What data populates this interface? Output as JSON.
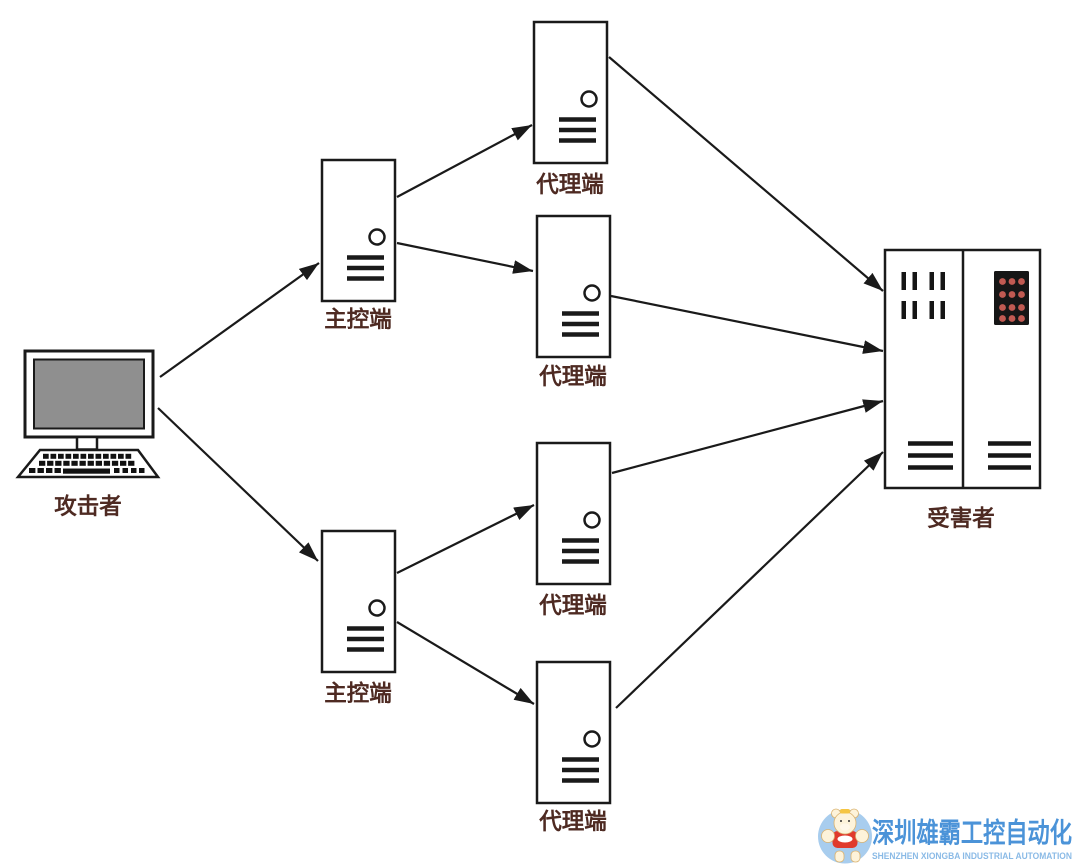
{
  "diagram": {
    "type": "ddos-attack-topology",
    "nodes": {
      "attacker": {
        "label": "攻击者",
        "icon": "desktop-computer-icon"
      },
      "master1": {
        "label": "主控端",
        "icon": "tower-server-icon"
      },
      "master2": {
        "label": "主控端",
        "icon": "tower-server-icon"
      },
      "agent1": {
        "label": "代理端",
        "icon": "tower-server-icon"
      },
      "agent2": {
        "label": "代理端",
        "icon": "tower-server-icon"
      },
      "agent3": {
        "label": "代理端",
        "icon": "tower-server-icon"
      },
      "agent4": {
        "label": "代理端",
        "icon": "server-rack-icon-target"
      },
      "victim": {
        "label": "受害者",
        "icon": "server-rack-icon"
      }
    },
    "edges": [
      {
        "from": "attacker",
        "to": "master1"
      },
      {
        "from": "attacker",
        "to": "master2"
      },
      {
        "from": "master1",
        "to": "agent1"
      },
      {
        "from": "master1",
        "to": "agent2"
      },
      {
        "from": "master2",
        "to": "agent3"
      },
      {
        "from": "master2",
        "to": "agent4"
      },
      {
        "from": "agent1",
        "to": "victim"
      },
      {
        "from": "agent2",
        "to": "victim"
      },
      {
        "from": "agent3",
        "to": "victim"
      },
      {
        "from": "agent4",
        "to": "victim"
      }
    ],
    "colors": {
      "line": "#1a1a1a",
      "label_text": "#4e2a22",
      "monitor_screen": "#8f8f8f",
      "rack_dots": "#c15a52",
      "rack_dot_panel": "#161616"
    }
  },
  "logo": {
    "icon": "bear-mascot-icon",
    "text_cn": "深圳雄霸工控自动化",
    "text_en": "SHENZHEN XIONGBA INDUSTRIAL AUTOMATION",
    "colors": {
      "cn_text": "#4b93d8",
      "en_text": "#8abae6",
      "badge_bg": "#a8cdee",
      "bear_body": "#e03a2c",
      "bear_fur": "#fdf3da"
    }
  }
}
